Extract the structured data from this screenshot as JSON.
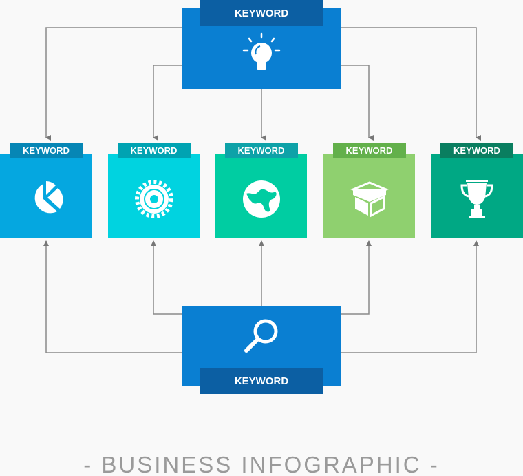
{
  "top": {
    "label": "KEYWORD",
    "icon": "lightbulb-icon",
    "color": "#0a7fd2",
    "label_color": "#0c5fa3"
  },
  "bottom": {
    "label": "KEYWORD",
    "icon": "magnifier-icon",
    "color": "#0a7fd2",
    "label_color": "#0c5fa3"
  },
  "items": [
    {
      "label": "KEYWORD",
      "icon": "pie-chart-icon",
      "color": "#05a7e0",
      "label_color": "#0686b5"
    },
    {
      "label": "KEYWORD",
      "icon": "gear-icon",
      "color": "#00d3e0",
      "label_color": "#00a3b2"
    },
    {
      "label": "KEYWORD",
      "icon": "globe-icon",
      "color": "#00cda2",
      "label_color": "#0ea2a8"
    },
    {
      "label": "KEYWORD",
      "icon": "box-icon",
      "color": "#8fd06f",
      "label_color": "#63b04b"
    },
    {
      "label": "KEYWORD",
      "icon": "trophy-icon",
      "color": "#00a884",
      "label_color": "#0a7e60"
    }
  ],
  "footer": "- BUSINESS INFOGRAPHIC -"
}
